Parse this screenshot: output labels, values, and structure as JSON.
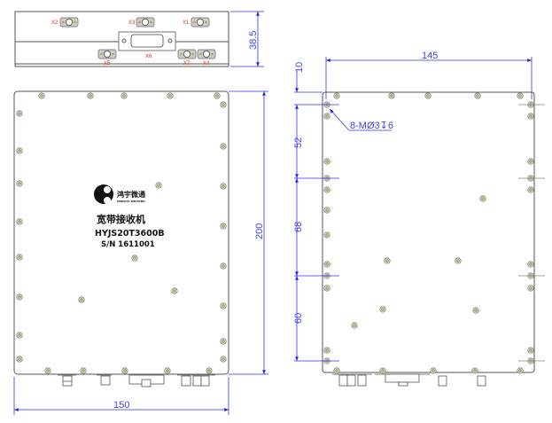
{
  "title": "Receiver outline drawing",
  "colors": {
    "dimension": "#3333ee",
    "connector_label": "#e03030",
    "screw": "#b8a830",
    "outline": "#555555"
  },
  "top_view": {
    "connectors": [
      "X2",
      "X3",
      "X1",
      "X6",
      "X5",
      "X7",
      "X4"
    ],
    "height_dim": "38.5"
  },
  "front_view": {
    "logo_cn": "鸿宇微通",
    "logo_en": "HONGYU WEITONG",
    "product_name": "宽带接收机",
    "model": "HYJS20T3600B",
    "serial": "S/N 1611001",
    "width_dim": "150",
    "height_dim": "200"
  },
  "rear_view": {
    "width_dim": "145",
    "offset_dim": "10",
    "spacing_dims": [
      "52",
      "68",
      "60"
    ],
    "hole_callout": "8-MØ3↧6"
  }
}
